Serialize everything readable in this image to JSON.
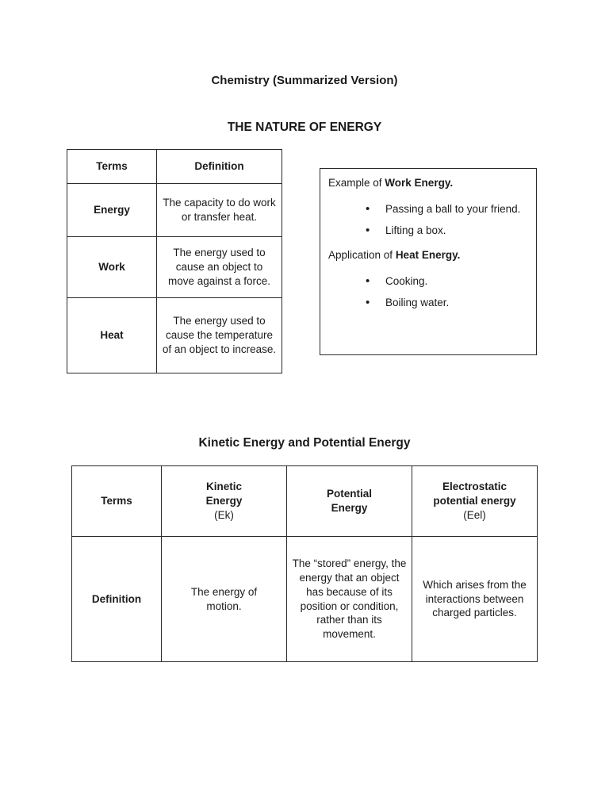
{
  "document": {
    "title": "Chemistry (Summarized Version)",
    "nature_heading": "THE NATURE OF ENERGY",
    "kinetic_heading": "Kinetic Energy and Potential Energy"
  },
  "energy_table": {
    "headers": {
      "terms": "Terms",
      "definition": "Definition"
    },
    "rows": [
      {
        "term": "Energy",
        "definition": "The capacity to do work or transfer heat."
      },
      {
        "term": "Work",
        "definition": "The energy used to cause an object to move against a force."
      },
      {
        "term": "Heat",
        "definition": "The energy used to cause the temperature of an object to increase."
      }
    ]
  },
  "example_box": {
    "example_prefix": "Example of ",
    "example_term": "Work Energy.",
    "example_items": [
      "Passing a ball to your friend.",
      "Lifting a box."
    ],
    "application_prefix": "Application of ",
    "application_term": "Heat Energy.",
    "application_items": [
      "Cooking.",
      "Boiling water."
    ],
    "bullet_glyph": "•"
  },
  "kinetic_table": {
    "header": {
      "terms": "Terms",
      "kinetic_line1": "Kinetic",
      "kinetic_line2": "Energy",
      "kinetic_symbol": "(Ek)",
      "potential_line1": "Potential",
      "potential_line2": "Energy",
      "electrostatic_line1": "Electrostatic",
      "electrostatic_line2": "potential energy",
      "electrostatic_symbol": "(Eel)"
    },
    "row": {
      "label": "Definition",
      "kinetic": "The energy of motion.",
      "potential": "The “stored” energy, the energy that an object has because of its position or condition, rather than its movement.",
      "electrostatic": "Which arises from the interactions between charged particles."
    }
  },
  "colors": {
    "page_background": "#ffffff",
    "text": "#1c1c1c",
    "table_border": "#2a2a2a"
  }
}
